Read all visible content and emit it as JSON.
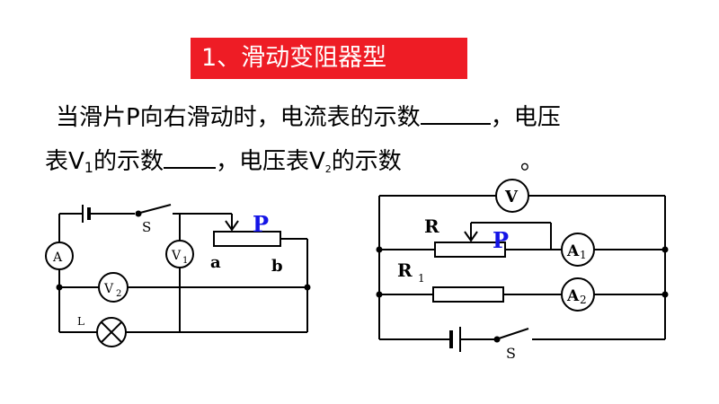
{
  "title": "1、滑动变阻器型",
  "question": {
    "line1_pre": "当滑片P向右滑动时，电流表的示数",
    "line1_post": "，电压",
    "line2_pre": "表V",
    "v1_sub": "1",
    "line2_mid1": "的示数",
    "line2_mid2": "，电压表V",
    "v2_sub": "2",
    "line2_mid3": "的示数",
    "line2_end": "。"
  },
  "left_circuit": {
    "switch_label": "S",
    "slider_label": "P",
    "end_a": "a",
    "end_b": "b",
    "ammeter": "A",
    "voltmeter1": "V",
    "voltmeter1_sub": "1",
    "voltmeter2": "V",
    "voltmeter2_sub": "2",
    "lamp_label": "L"
  },
  "right_circuit": {
    "voltmeter": "V",
    "rheostat_label": "R",
    "slider_label": "P",
    "resistor_label": "R",
    "resistor_sub": "1",
    "ammeter1": "A",
    "ammeter1_sub": "1",
    "ammeter2": "A",
    "ammeter2_sub": "2",
    "switch_label": "S"
  }
}
